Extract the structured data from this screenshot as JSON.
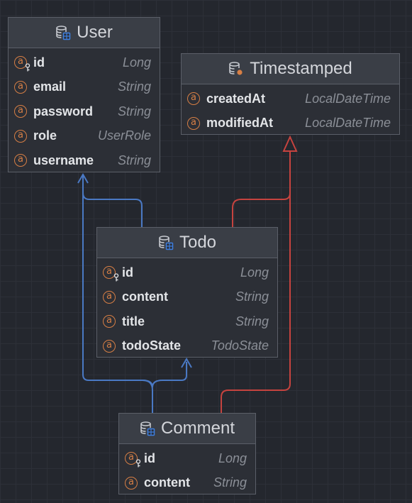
{
  "colors": {
    "association_edge": "#4a79c4",
    "inheritance_edge": "#c6433f",
    "attribute_icon": "#d77f45",
    "table_icon_accent": "#3d7fe0"
  },
  "entities": [
    {
      "name": "User",
      "icon": "database-table-icon",
      "fields": [
        {
          "name": "id",
          "type": "Long",
          "primary_key": true
        },
        {
          "name": "email",
          "type": "String",
          "primary_key": false
        },
        {
          "name": "password",
          "type": "String",
          "primary_key": false
        },
        {
          "name": "role",
          "type": "UserRole",
          "primary_key": false
        },
        {
          "name": "username",
          "type": "String",
          "primary_key": false
        }
      ]
    },
    {
      "name": "Timestamped",
      "icon": "database-mapped-superclass-icon",
      "fields": [
        {
          "name": "createdAt",
          "type": "LocalDateTime",
          "primary_key": false
        },
        {
          "name": "modifiedAt",
          "type": "LocalDateTime",
          "primary_key": false
        }
      ]
    },
    {
      "name": "Todo",
      "icon": "database-table-icon",
      "fields": [
        {
          "name": "id",
          "type": "Long",
          "primary_key": true
        },
        {
          "name": "content",
          "type": "String",
          "primary_key": false
        },
        {
          "name": "title",
          "type": "String",
          "primary_key": false
        },
        {
          "name": "todoState",
          "type": "TodoState",
          "primary_key": false
        }
      ]
    },
    {
      "name": "Comment",
      "icon": "database-table-icon",
      "fields": [
        {
          "name": "id",
          "type": "Long",
          "primary_key": true
        },
        {
          "name": "content",
          "type": "String",
          "primary_key": false
        }
      ]
    }
  ],
  "relations": [
    {
      "from": "Todo",
      "to": "User",
      "kind": "association"
    },
    {
      "from": "Comment",
      "to": "User",
      "kind": "association"
    },
    {
      "from": "Comment",
      "to": "Todo",
      "kind": "association"
    },
    {
      "from": "Todo",
      "to": "Timestamped",
      "kind": "inheritance"
    },
    {
      "from": "Comment",
      "to": "Timestamped",
      "kind": "inheritance"
    }
  ]
}
